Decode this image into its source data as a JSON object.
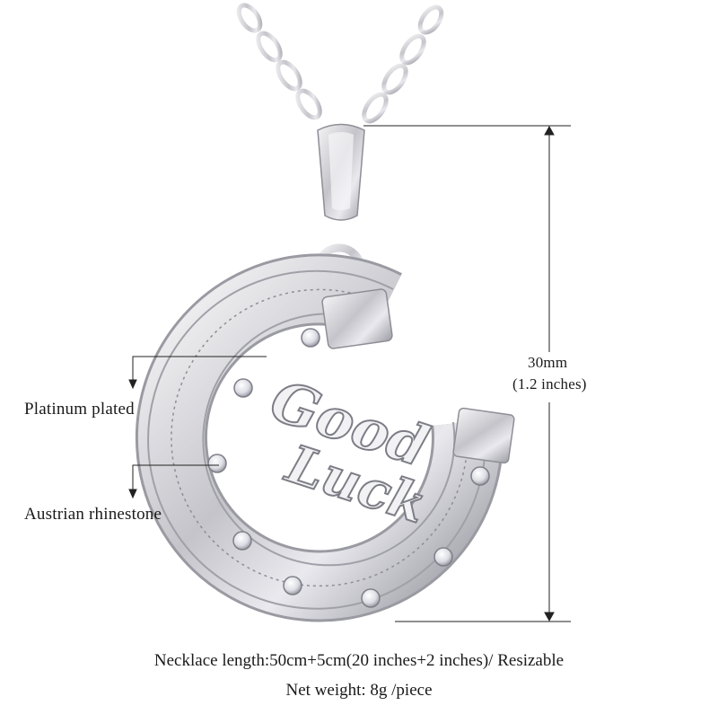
{
  "product": {
    "engraving": "Good Luck",
    "annotations": {
      "plating": "Platinum plated",
      "stones": "Austrian rhinestone"
    },
    "dimension": {
      "size_mm": "30mm",
      "size_in": "(1.2 inches)"
    },
    "specs": {
      "necklace_length": "Necklace length:50cm+5cm(20 inches+2 inches)/ Resizable",
      "net_weight": "Net weight:  8g /piece"
    }
  },
  "colors": {
    "background": "#ffffff",
    "metal": "#c9c9ce",
    "line": "#222222"
  }
}
